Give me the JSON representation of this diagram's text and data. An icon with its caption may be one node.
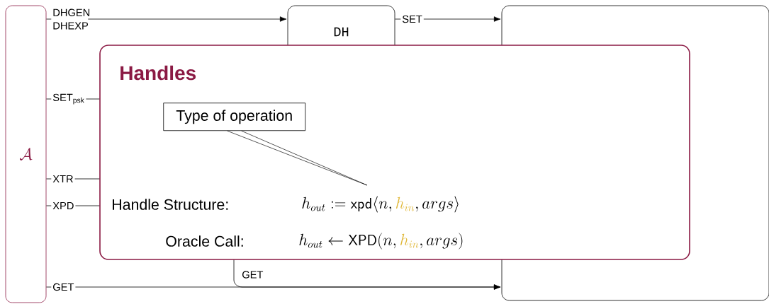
{
  "diagram": {
    "nodes": [
      {
        "text": [
          "\\mathcal{A}"
        ]
      },
      {
        "text": [
          "DH"
        ]
      },
      {
        "text": [],
        "shape": "box"
      },
      {
        "text": [
          "Handles"
        ]
      },
      {
        "text": [
          "Type of operation"
        ],
        "in": 3
      }
    ],
    "edges": [
      {
        "from": 0,
        "to": 1,
        "arrow": "to",
        "label": "DHGEN DHEXP"
      },
      {
        "from": 1,
        "to": 2,
        "arrow": "to",
        "label": "SET"
      },
      {
        "from": 0,
        "to": 3,
        "arrow": "none",
        "label": "SET$_{psk}$"
      },
      {
        "from": 0,
        "to": 3,
        "arrow": "none",
        "label": "XTR"
      },
      {
        "from": 0,
        "to": 3,
        "arrow": "none",
        "label": "XPD"
      },
      {
        "from": 0,
        "to": 2,
        "arrow": "to",
        "label": "GET"
      },
      {
        "from": 3,
        "to": 2,
        "arrow": "to",
        "label": "GET"
      },
      {
        "from": 4,
        "to": null,
        "arrow": "none"
      }
    ],
    "labels": [
      "Handle Structure:",
      "h_{out} := \\textsf{xpd}\\langle n, \\textcolor[HTML]{E0B83A}{h_{in}}, args\\rangle",
      "Oracle Call:",
      "h_{out} \\leftarrow \\textsf{XPD}\\big(n, \\textcolor[HTML]{E0B83A}{h_{in}}, args\\big)"
    ]
  }
}
